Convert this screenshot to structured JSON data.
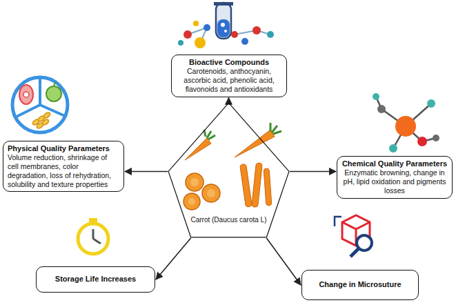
{
  "diagram": {
    "nodes": [
      {
        "text": [
          "Bioactive Compounds",
          "Carotenoids, anthocyanin, ascorbic acid, phenolic acid, flavonoids and antioxidants"
        ]
      },
      {
        "text": [
          "Physical Quality Parameters",
          "Volume reduction, shrinkage of cell membranes, color degradation, loss of rehydration, solubility and texture properties"
        ]
      },
      {
        "text": [
          "Carrot (Daucus carota L)"
        ]
      },
      {
        "text": [
          "Chemical Quality Parameters",
          "Enzymatic browning, change in pH, lipid oxidation and pigments losses"
        ]
      },
      {
        "text": [
          "Storage Life Increases"
        ]
      },
      {
        "text": [
          "Change in Microsuture"
        ]
      }
    ],
    "edges": [
      {
        "from": 2,
        "to": 0,
        "arrow": "to"
      },
      {
        "from": 2,
        "to": 1,
        "arrow": "to"
      },
      {
        "from": 2,
        "to": 3,
        "arrow": "to"
      },
      {
        "from": 2,
        "to": 4,
        "arrow": "to"
      },
      {
        "from": 2,
        "to": 5,
        "arrow": "to"
      }
    ]
  }
}
